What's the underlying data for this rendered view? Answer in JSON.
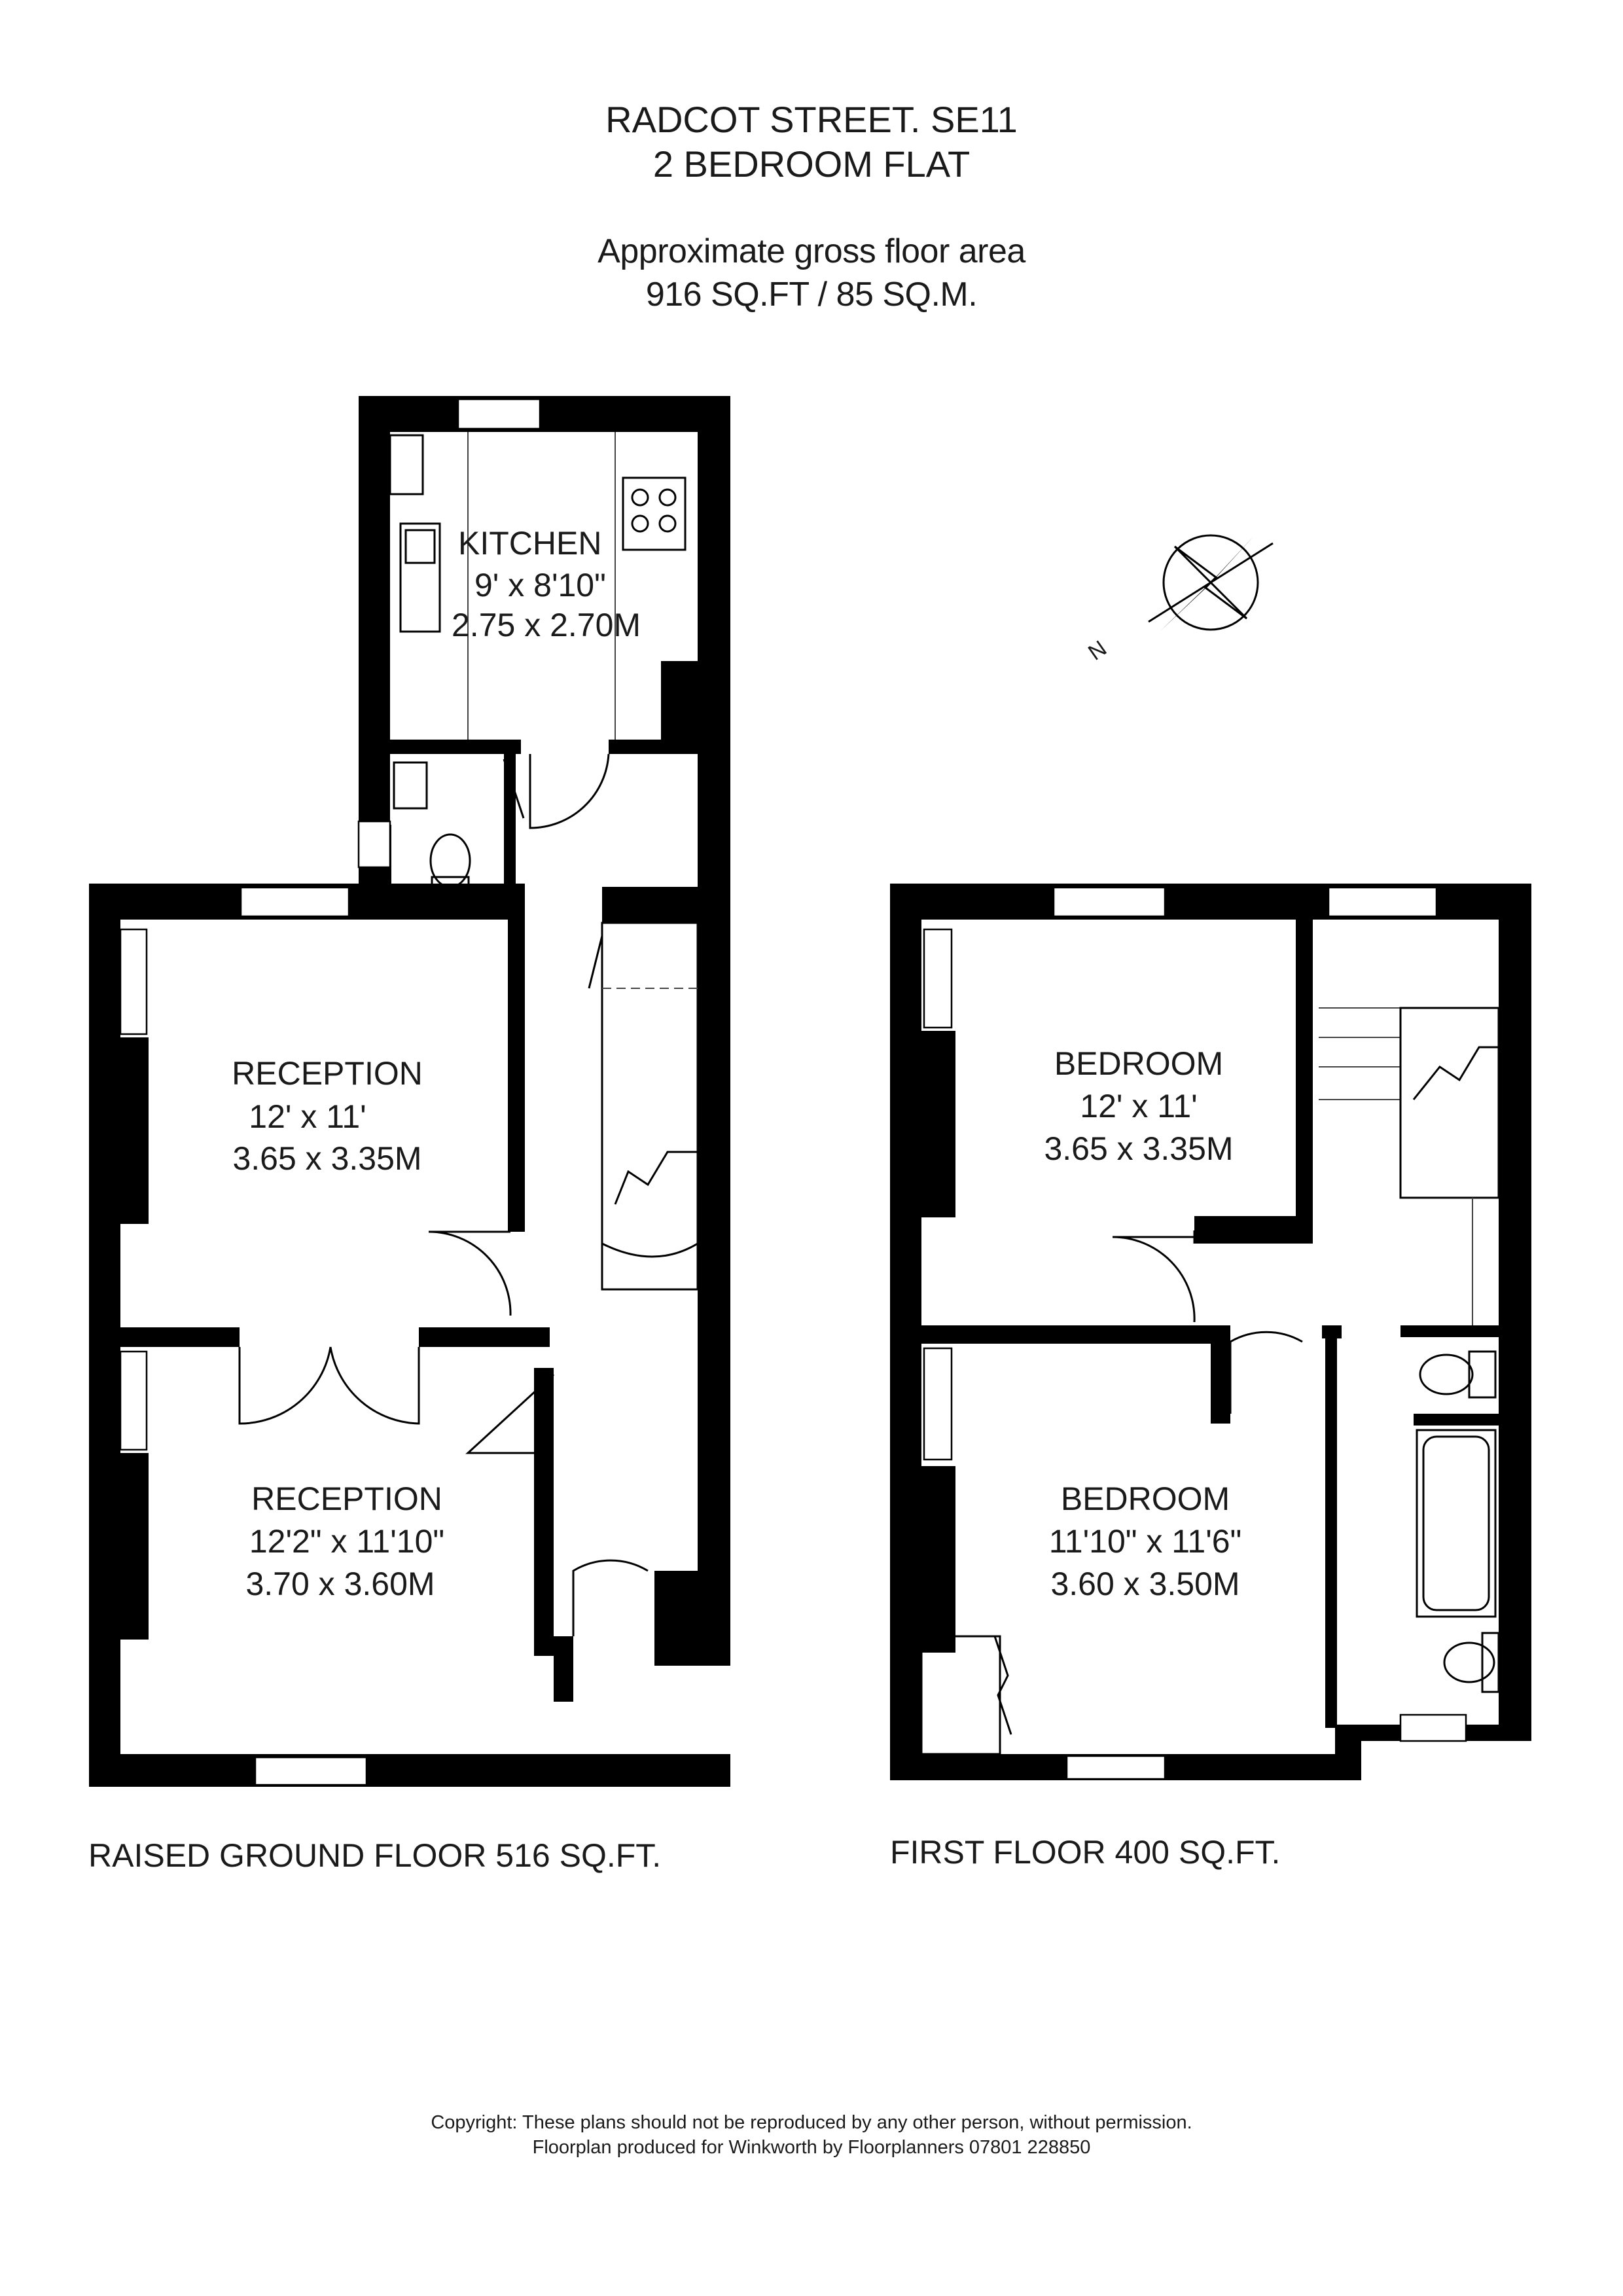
{
  "header": {
    "address": "RADCOT STREET. SE11",
    "property_type": "2 BEDROOM FLAT",
    "area_caption": "Approximate gross floor area",
    "area_value": "916 SQ.FT / 85 SQ.M."
  },
  "rooms": {
    "kitchen": {
      "name": "KITCHEN",
      "imperial": "9' x 8'10\"",
      "metric": "2.75 x 2.70M"
    },
    "reception_1": {
      "name": "RECEPTION",
      "imperial": "12' x 11'",
      "metric": "3.65 x 3.35M"
    },
    "reception_2": {
      "name": "RECEPTION",
      "imperial": "12'2\" x 11'10\"",
      "metric": "3.70 x 3.60M"
    },
    "bedroom_1": {
      "name": "BEDROOM",
      "imperial": "12' x 11'",
      "metric": "3.65 x 3.35M"
    },
    "bedroom_2": {
      "name": "BEDROOM",
      "imperial": "11'10\" x 11'6\"",
      "metric": "3.60 x 3.50M"
    }
  },
  "floors": {
    "ground": "RAISED GROUND FLOOR 516 SQ.FT.",
    "first": "FIRST FLOOR 400 SQ.FT."
  },
  "compass": {
    "north_label": "N"
  },
  "footer": {
    "copyright": "Copyright: These plans should not be reproduced by any other person, without permission.",
    "producer": "Floorplan produced for Winkworth by Floorplanners 07801 228850"
  }
}
